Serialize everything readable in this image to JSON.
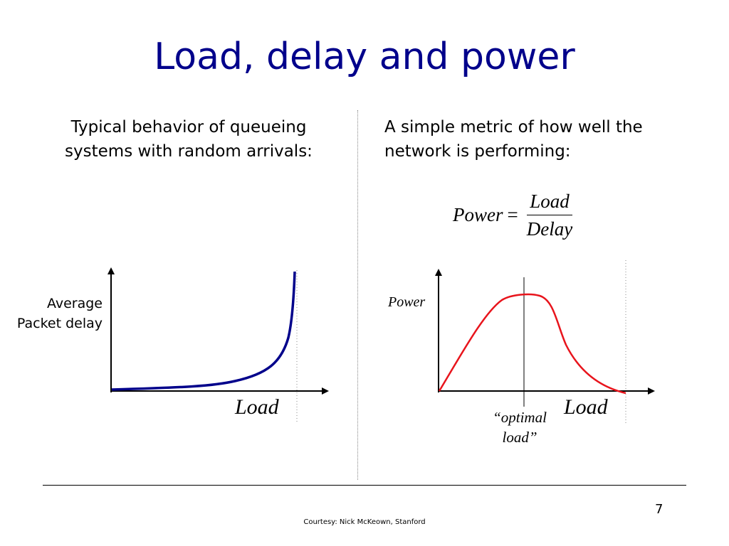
{
  "slide": {
    "title": "Load, delay and power",
    "page_number": "7",
    "courtesy": "Courtesy: Nick McKeown, Stanford"
  },
  "left": {
    "description_line1": "Typical behavior of queueing",
    "description_line2": "systems with random arrivals:",
    "y_label_line1": "Average",
    "y_label_line2": "Packet delay",
    "x_label": "Load"
  },
  "right": {
    "description_line1": "A simple metric of how well the",
    "description_line2": "network is performing:",
    "formula": {
      "lhs": "Power",
      "equals": "=",
      "numerator": "Load",
      "denominator": "Delay"
    },
    "y_label": "Power",
    "x_label": "Load",
    "annotation_line1": "“optimal",
    "annotation_line2": "load”"
  },
  "colors": {
    "title": "#00008b",
    "delay_curve": "#00008b",
    "power_curve": "#e8141c",
    "axes": "#000000"
  }
}
